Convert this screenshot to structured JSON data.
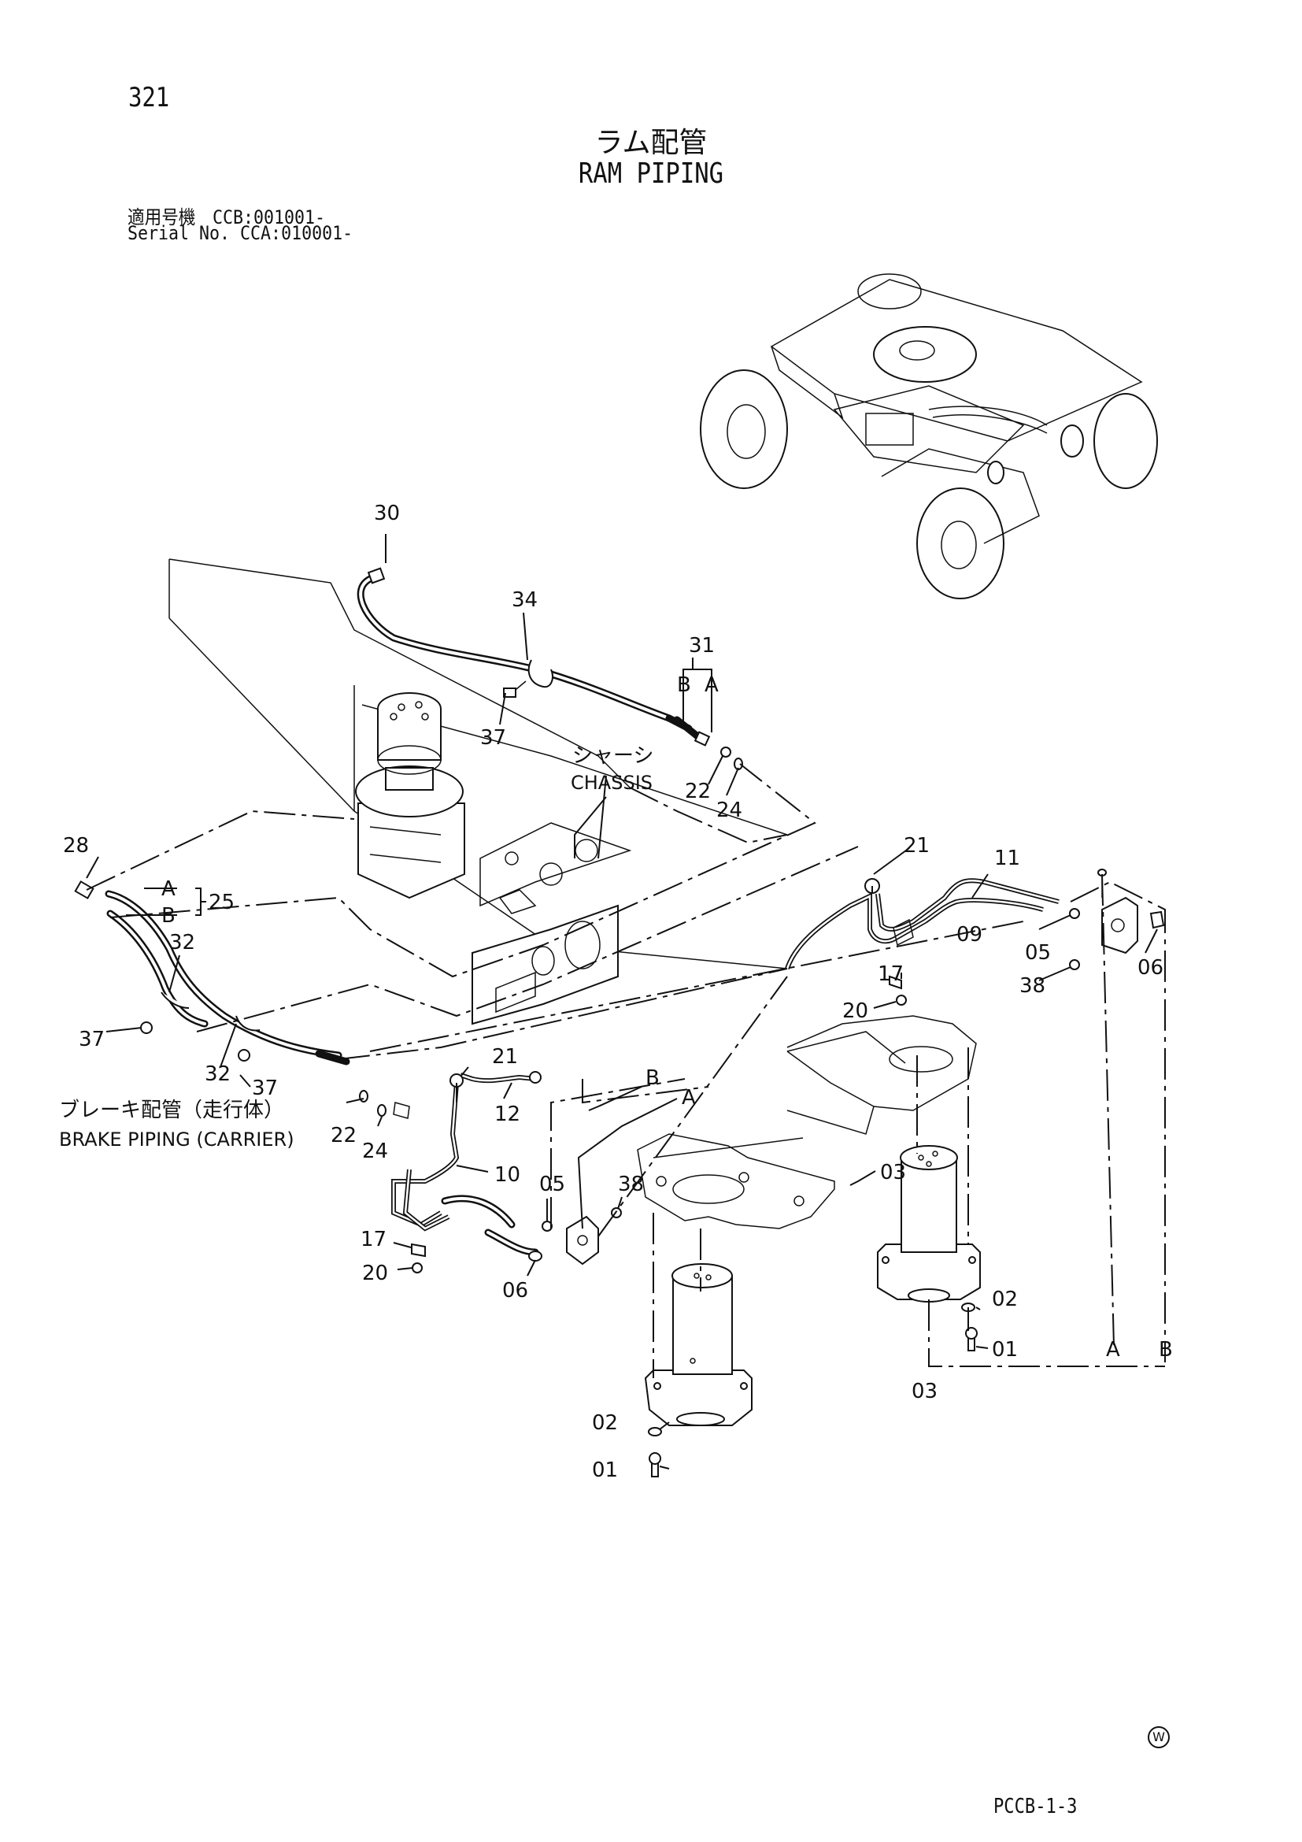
{
  "page": {
    "number": "321",
    "title_jp": "ラム配管",
    "title_en": "RAM PIPING",
    "serial_line1": "適用号機　CCB:001001-",
    "serial_line2": "Serial No. CCA:010001-",
    "doc_id": "PCCB-1-3",
    "mark": "W"
  },
  "callouts": {
    "p30": "30",
    "p34": "34",
    "p31": "31",
    "p31_b": "B",
    "p31_a": "A",
    "p37_top": "37",
    "p22_top": "22",
    "p24_top": "24",
    "p28": "28",
    "p25_a": "A",
    "p25_b": "B",
    "p25": "25",
    "p32_top": "32",
    "p37_left": "37",
    "p32_mid": "32",
    "p37_mid": "37",
    "p22_mid": "22",
    "p24_mid": "24",
    "p21_right": "21",
    "p11": "11",
    "p09": "09",
    "p05_right": "05",
    "p06_right": "06",
    "p38_right": "38",
    "p17_right": "17",
    "p20_right": "20",
    "p21_left": "21",
    "p12": "12",
    "p10": "10",
    "p05_left": "05",
    "p38_left": "38",
    "p17_left": "17",
    "p20_left": "20",
    "p06_left": "06",
    "ref_b_mid": "B",
    "ref_a_mid": "A",
    "p03_top": "03",
    "p02_right": "02",
    "p01_right": "01",
    "ref_a_right": "A",
    "ref_b_right": "B",
    "p03_bottom": "03",
    "p02_left": "02",
    "p01_left": "01"
  },
  "labels": {
    "chassis_jp": "シャーシ",
    "chassis_en": "CHASSIS",
    "brake_jp": "ブレーキ配管（走行体）",
    "brake_en": "BRAKE PIPING (CARRIER)"
  }
}
